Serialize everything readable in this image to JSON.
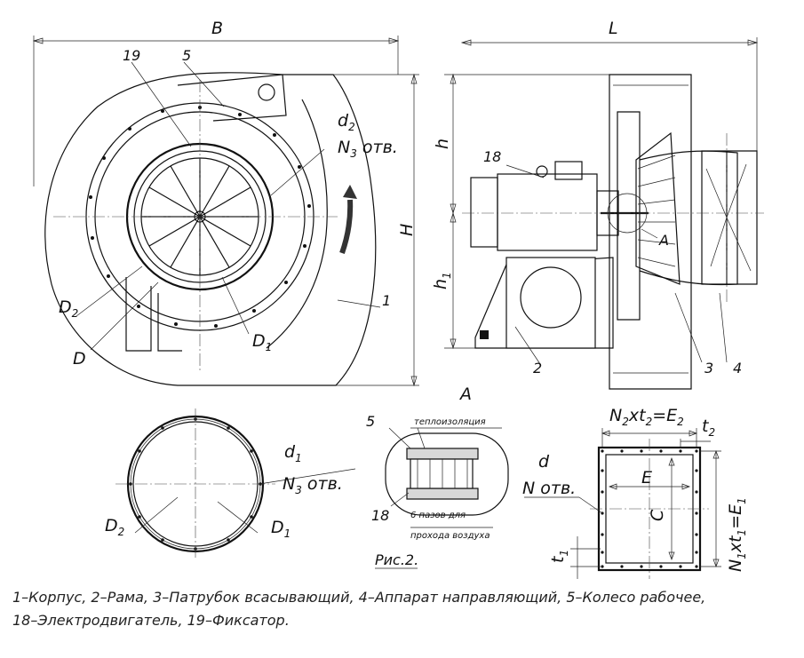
{
  "dims": {
    "B": "B",
    "L": "L",
    "H": "H",
    "h": "h",
    "h1_main": "h",
    "h1_sub": "1"
  },
  "callouts": {
    "n19": "19",
    "n5_top": "5",
    "n18_side": "18",
    "n1": "1",
    "n2": "2",
    "n3": "3",
    "n4": "4",
    "n5_detail": "5",
    "n18_detail": "18",
    "detail_A_mark": "A"
  },
  "labels": {
    "d2_main": "d",
    "d2_sub": "2",
    "n3_main_top": "N",
    "n3_sub_top": "3",
    "n3_suffix_top": " отв.",
    "D2_main_top": "D",
    "D2_sub_top": "2",
    "D_top": "D",
    "D1_main_top": "D",
    "D1_sub_top": "1",
    "d1_main": "d",
    "d1_sub": "1",
    "n3_main_bot": "N",
    "n3_sub_bot": "3",
    "n3_suffix_bot": " отв.",
    "D2_main_bot": "D",
    "D2_sub_bot": "2",
    "D1_main_bot": "D",
    "D1_sub_bot": "1"
  },
  "detail": {
    "title": "A",
    "insulation": "теплоизоляция",
    "slots_line1": "6 пазов для",
    "slots_line2": "прохода воздуха",
    "figure": "Рис.2."
  },
  "flange": {
    "top_N": "N",
    "top_N_sub": "2",
    "top_x": "xt",
    "top_t_sub": "2",
    "top_eq": "=E",
    "top_E_sub": "2",
    "t2_main": "t",
    "t2_sub": "2",
    "d_label": "d",
    "n_holes": "N отв.",
    "E": "E",
    "C": "C",
    "side_N": "N",
    "side_N_sub": "1",
    "side_x": "xt",
    "side_t_sub": "1",
    "side_eq": "=E",
    "side_E_sub": "1",
    "t1_main": "t",
    "t1_sub": "1"
  },
  "legend": {
    "line1": "1–Корпус, 2–Рама, 3–Патрубок всасывающий, 4–Аппарат направляющий, 5–Колесо рабочее,",
    "line2": "18–Электродвигатель, 19–Фиксатор."
  }
}
